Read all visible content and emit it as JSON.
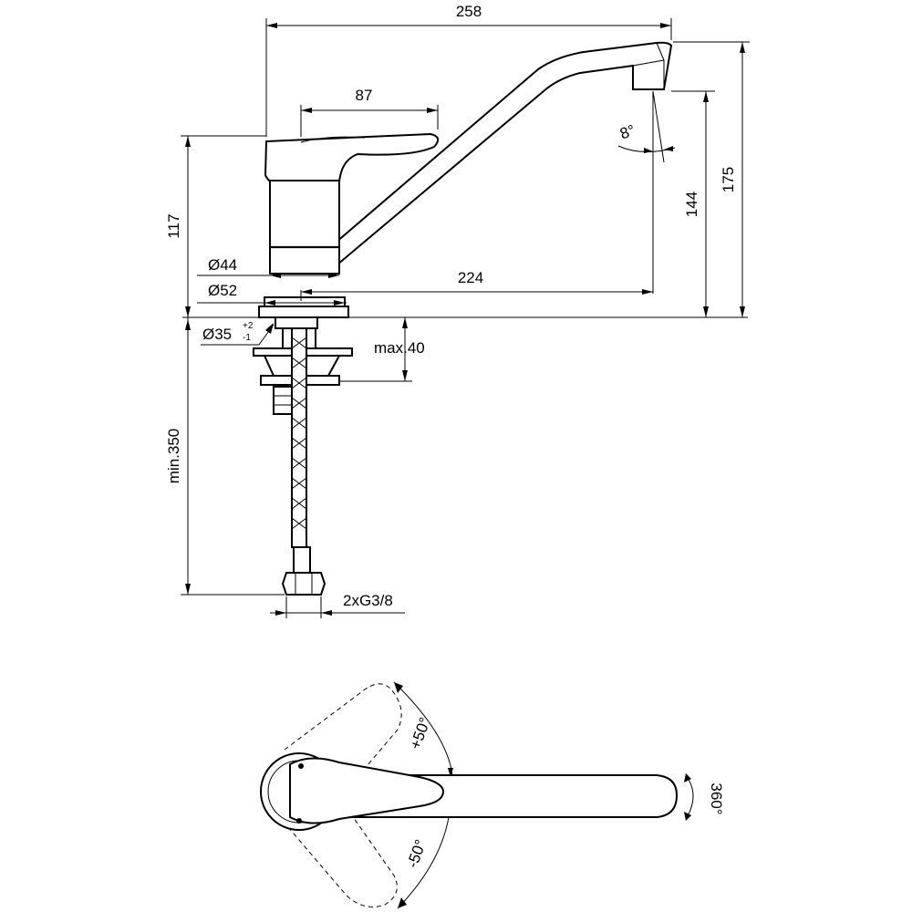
{
  "dimensions": {
    "overall_reach": "258",
    "lever_length": "87",
    "spout_angle": "8°",
    "body_height": "117",
    "outlet_height": "144",
    "total_height": "175",
    "body_dia": "Ø44",
    "base_dia": "Ø52",
    "spout_projection": "224",
    "hole_dia": "Ø35",
    "hole_tol_plus": "+2",
    "hole_tol_minus": "-1",
    "max_deck": "max.40",
    "hose_length": "min.350",
    "connection": "2xG3/8"
  },
  "plan_view": {
    "lever_plus": "+50°",
    "lever_minus": "-50°",
    "spout_rotation": "360°"
  }
}
